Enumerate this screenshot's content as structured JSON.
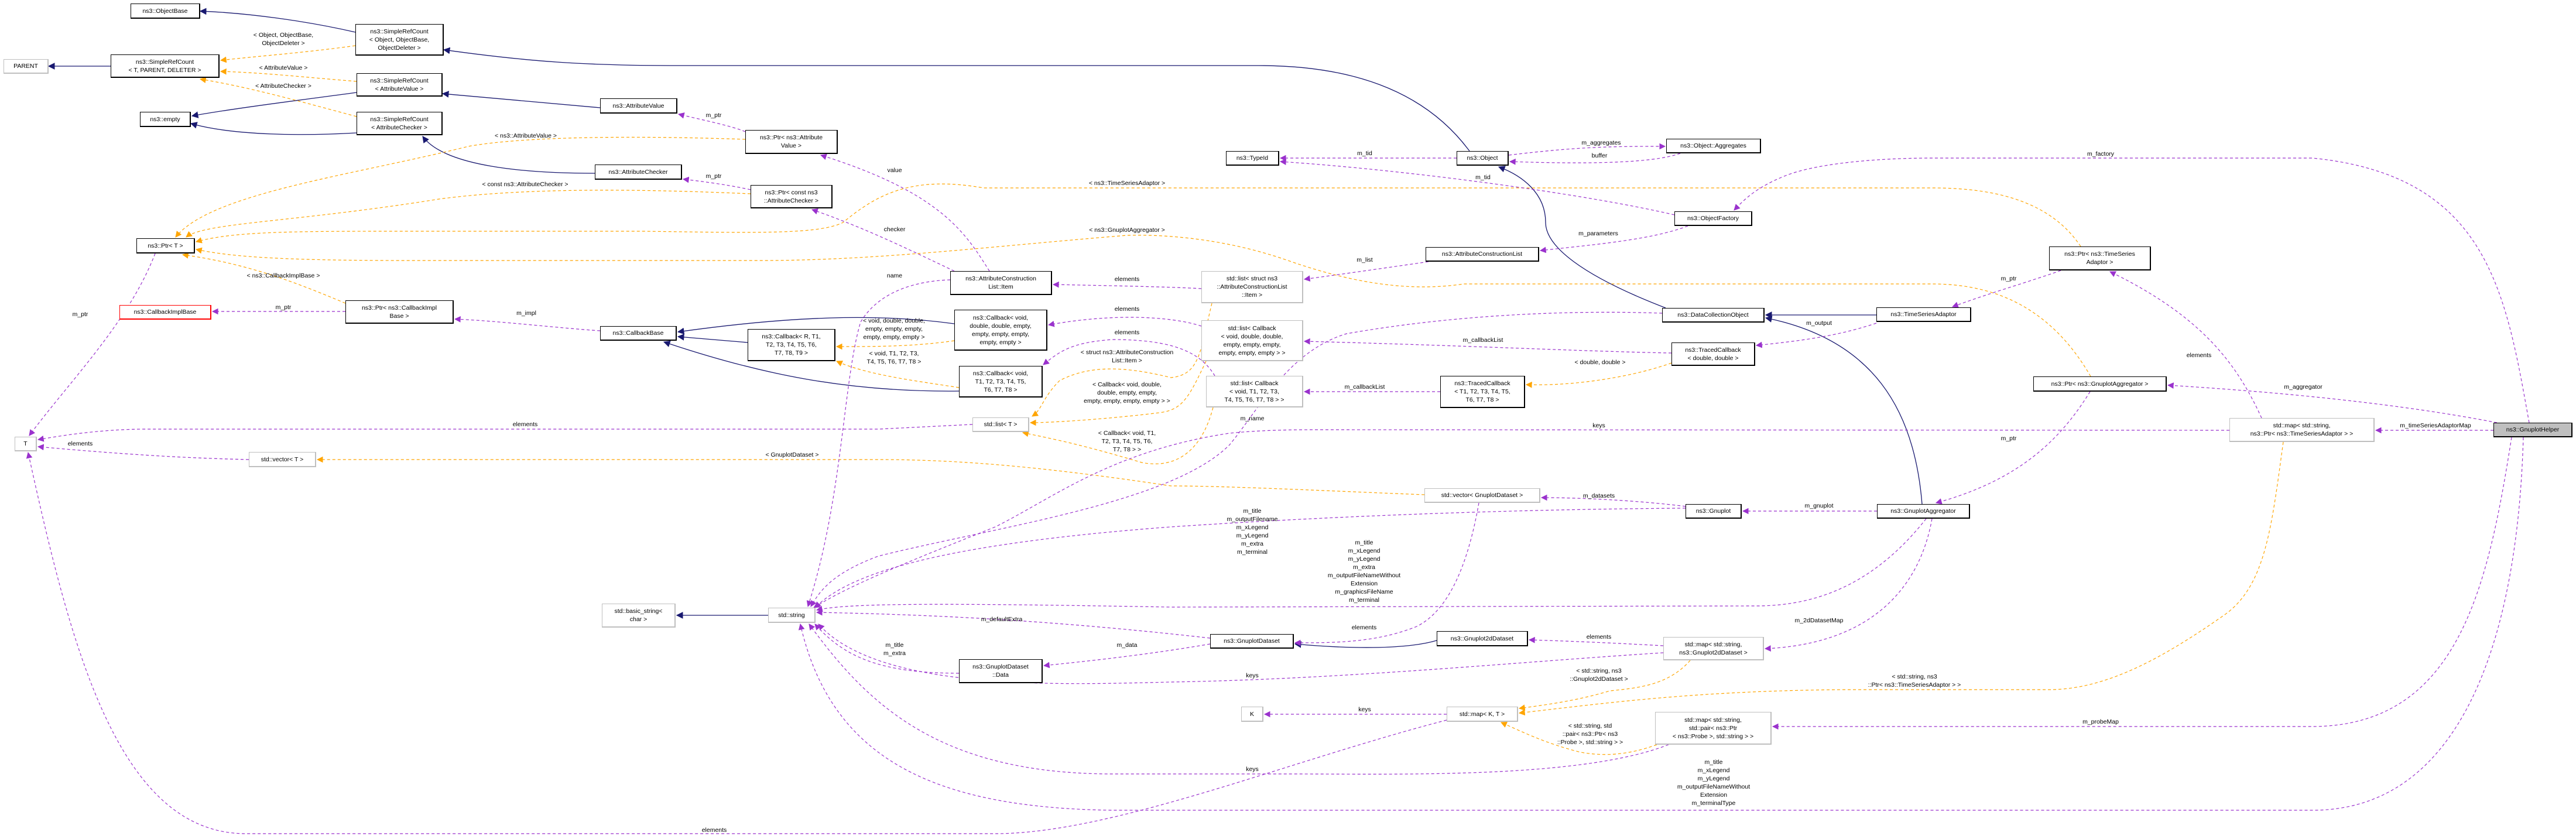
{
  "colors": {
    "inherit": "#191970",
    "template": "#ffa500",
    "member": "#9a32cd",
    "highlight": "#bfbfbf",
    "undocumented": "#ff0000"
  },
  "nodes": {
    "PARENT": "PARENT",
    "ObjectBase": "ns3::ObjectBase",
    "SRC_TPD": "ns3::SimpleRefCount\n< T, PARENT, DELETER >",
    "SRC_Obj": "ns3::SimpleRefCount\n< Object, ObjectBase,\nObjectDeleter >",
    "SRC_AV": "ns3::SimpleRefCount\n< AttributeValue >",
    "empty": "ns3::empty",
    "SRC_AC": "ns3::SimpleRefCount\n< AttributeChecker >",
    "AttributeValue": "ns3::AttributeValue",
    "AttributeChecker": "ns3::AttributeChecker",
    "Ptr_AV": "ns3::Ptr< ns3::Attribute\nValue >",
    "Ptr_AC": "ns3::Ptr< const ns3\n::AttributeChecker >",
    "TypeId": "ns3::TypeId",
    "Object": "ns3::Object",
    "Aggregates": "ns3::Object::Aggregates",
    "ObjectFactory": "ns3::ObjectFactory",
    "ACL": "ns3::AttributeConstructionList",
    "Item": "ns3::AttributeConstruction\nList::Item",
    "Ptr_T": "ns3::Ptr< T >",
    "Ptr_TSA": "ns3::Ptr< ns3::TimeSeries\nAdaptor >",
    "CallbackImplBase": "ns3::CallbackImplBase",
    "Ptr_CIB": "ns3::Ptr< ns3::CallbackImpl\nBase >",
    "CallbackBase": "ns3::CallbackBase",
    "Cb_R": "ns3::Callback< R, T1,\nT2, T3, T4, T5, T6,\nT7, T8, T9 >",
    "Cb_vdd": "ns3::Callback< void,\ndouble, double, empty,\nempty, empty, empty,\nempty, empty >",
    "Cb_vT": "ns3::Callback< void,\nT1, T2, T3, T4, T5,\nT6, T7, T8 >",
    "list_item": "std::list< struct ns3\n::AttributeConstructionList\n::Item >",
    "list_cb_vdd": "std::list< Callback\n< void, double, double,\nempty, empty, empty,\nempty, empty, empty > >",
    "list_cb_vT": "std::list< Callback\n< void, T1, T2, T3,\nT4, T5, T6, T7, T8 > >",
    "list_T": "std::list< T >",
    "T": "T",
    "vector_T": "std::vector< T >",
    "DCO": "ns3::DataCollectionObject",
    "TSA": "ns3::TimeSeriesAdaptor",
    "TC_dd": "ns3::TracedCallback\n< double, double >",
    "TC_T": "ns3::TracedCallback\n< T1, T2, T3, T4, T5,\nT6, T7, T8 >",
    "Ptr_GA": "ns3::Ptr< ns3::GnuplotAggregator >",
    "map_TSA": "std::map< std::string,\nns3::Ptr< ns3::TimeSeriesAdaptor > >",
    "GnuplotHelper": "ns3::GnuplotHelper",
    "vector_GD": "std::vector< GnuplotDataset >",
    "Gnuplot": "ns3::Gnuplot",
    "GnuplotAggregator": "ns3::GnuplotAggregator",
    "basic_string": "std::basic_string<\nchar >",
    "string": "std::string",
    "GnuplotDataset": "ns3::GnuplotDataset",
    "GD_Data": "ns3::GnuplotDataset\n::Data",
    "Gnuplot2dDataset": "ns3::Gnuplot2dDataset",
    "map_2d": "std::map< std::string,\nns3::Gnuplot2dDataset >",
    "K": "K",
    "map_KT": "std::map< K, T >",
    "map_probe": "std::map< std::string,\nstd::pair< ns3::Ptr\n< ns3::Probe >, std::string > >"
  },
  "edge_labels": {
    "t_obj": "< Object, ObjectBase,\nObjectDeleter >",
    "t_av": "< AttributeValue >",
    "t_ac": "< AttributeChecker >",
    "t_nav": "< ns3::AttributeValue >",
    "t_nac": "< const ns3::AttributeChecker >",
    "t_ncib": "< ns3::CallbackImplBase >",
    "t_ntsa": "< ns3::TimeSeriesAdaptor >",
    "t_nga": "< ns3::GnuplotAggregator >",
    "t_vdd": "< void, double, double,\nempty, empty, empty,\nempty, empty, empty >",
    "t_vT": "< void, T1, T2, T3,\nT4, T5, T6, T7, T8 >",
    "t_item": "< struct ns3::AttributeConstruction\nList::Item >",
    "t_cbvdd": "< Callback< void, double,\ndouble, empty, empty,\nempty, empty, empty, empty > >",
    "t_cbvT": "< Callback< void, T1,\nT2, T3, T4, T5, T6,\nT7, T8 > >",
    "t_gd": "< GnuplotDataset >",
    "t_dd": "< double, double >",
    "t_2d": "< std::string, ns3\n::Gnuplot2dDataset >",
    "t_tsa": "< std::string, ns3\n::Ptr< ns3::TimeSeriesAdaptor > >",
    "t_probe": "< std::string, std\n::pair< ns3::Ptr< ns3\n::Probe >, std::string > >",
    "m_ptr_T": "m_ptr",
    "m_ptr_av": "m_ptr",
    "m_ptr_ac": "m_ptr",
    "m_ptr_cib": "m_ptr",
    "m_impl": "m_impl",
    "value": "value",
    "checker": "checker",
    "name": "name",
    "el_item": "elements",
    "el_cbvdd": "elements",
    "el_cbvT": "elements",
    "el_listT": "elements",
    "el_vecT": "elements",
    "m_tid_obj": "m_tid",
    "m_tid_fac": "m_tid",
    "m_aggregates": "m_aggregates",
    "buffer": "buffer",
    "m_parameters": "m_parameters",
    "m_list": "m_list",
    "m_callbackList_dd": "m_callbackList",
    "m_callbackList_T": "m_callbackList",
    "m_output": "m_output",
    "m_ptr_tsa": "m_ptr",
    "m_ptr_ga": "m_ptr",
    "m_factory": "m_factory",
    "m_aggregator": "m_aggregator",
    "m_timeSeriesAdaptorMap": "m_timeSeriesAdaptorMap",
    "el_tsa": "elements",
    "keys_tsa": "keys",
    "m_name": "m_name",
    "gnuplot_strings": "m_title\nm_outputFilename\nm_xLegend\nm_yLegend\nm_extra\nm_terminal",
    "m_datasets": "m_datasets",
    "m_gnuplot": "m_gnuplot",
    "aggregator_strings": "m_title\nm_xLegend\nm_yLegend\nm_extra\nm_outputFileNameWithout\nExtension\nm_graphicsFileName\nm_terminal",
    "m_2dDatasetMap": "m_2dDatasetMap",
    "el_2d": "elements",
    "keys_2d": "keys",
    "el_gd": "elements",
    "m_defaultExtra": "m_defaultExtra",
    "m_data": "m_data",
    "data_strings": "m_title\nm_extra",
    "keys_K": "keys",
    "el_mapT": "elements",
    "keys_probe": "keys",
    "m_probeMap": "m_probeMap",
    "helper_strings": "m_title\nm_xLegend\nm_yLegend\nm_outputFileNameWithout\nExtension\nm_terminalType"
  }
}
